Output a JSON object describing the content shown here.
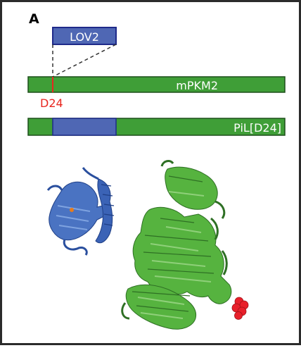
{
  "panel": {
    "label": "A"
  },
  "constructs": {
    "inserted_domain": {
      "label": "LOV2"
    },
    "insertion_site": {
      "label": "D24"
    },
    "host_protein": {
      "label": "mPKM2"
    },
    "fusion": {
      "label": "PiL[D24]"
    }
  },
  "colors": {
    "frame_border": "#2b2b2b",
    "lov2_blue": "#4f67b4",
    "lov2_border": "#1f2a8a",
    "pkm2_green": "#3f9e37",
    "bar_border": "#1d4f1a",
    "insertion_red": "#e8261f",
    "structure_blue": "#4a73c2",
    "structure_green": "#56b33f",
    "sphere_red": "#e8202a",
    "fmn_orange": "#e87c1a"
  },
  "icons": {
    "lov2_structure": "lov2-ribbon-structure-icon",
    "pkm2_structure": "pkm2-ribbon-structure-icon",
    "d24_sphere": "d24-sphere-marker-icon"
  }
}
